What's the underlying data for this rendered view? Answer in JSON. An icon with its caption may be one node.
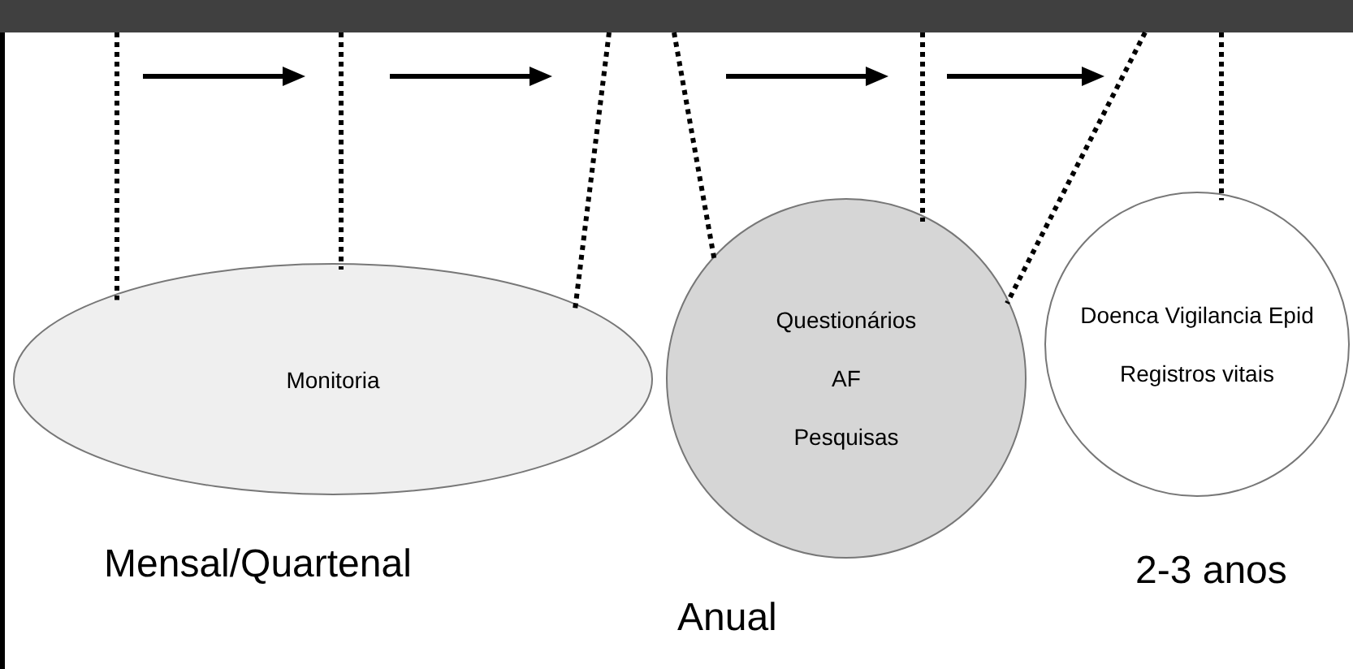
{
  "diagram": {
    "nodes": [
      {
        "text": [],
        "shape": "bar"
      },
      {
        "text": [
          "Monitoria"
        ]
      },
      {
        "text": [
          "Questionários",
          "AF",
          "Pesquisas"
        ]
      },
      {
        "text": [
          "Doenca Vigilancia Epid",
          "Registros vitais"
        ]
      }
    ],
    "edges": [
      {
        "from": 0,
        "to": 1,
        "arrow": "none",
        "style": "dashed"
      },
      {
        "from": 0,
        "to": 1,
        "arrow": "none",
        "style": "dashed"
      },
      {
        "from": 0,
        "to": 1,
        "arrow": "none",
        "style": "dashed"
      },
      {
        "from": 0,
        "to": 2,
        "arrow": "none",
        "style": "dashed"
      },
      {
        "from": 0,
        "to": 2,
        "arrow": "none",
        "style": "dashed"
      },
      {
        "from": 0,
        "to": 2,
        "arrow": "none",
        "style": "dashed"
      },
      {
        "from": 0,
        "to": 3,
        "arrow": "none",
        "style": "dashed"
      }
    ],
    "labels": [
      "Mensal/Quartenal",
      "2-3 anos",
      "Anual"
    ]
  }
}
